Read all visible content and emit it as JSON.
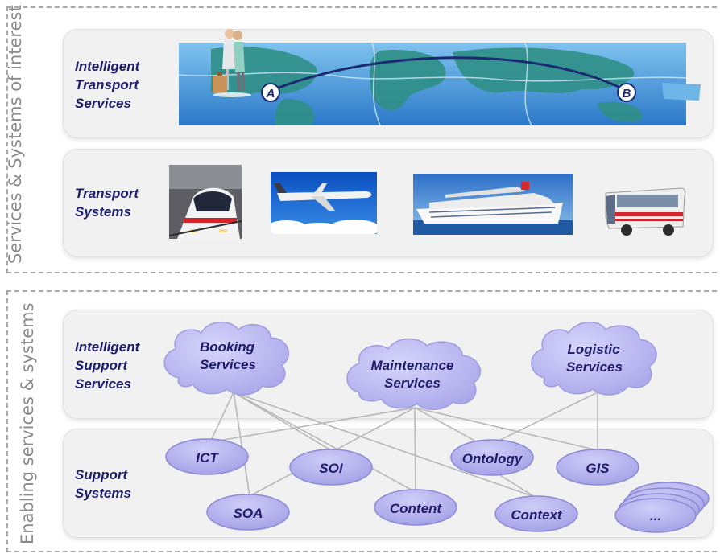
{
  "upper": {
    "side_label": "Services & Systems of interest",
    "row1": {
      "line1": "Intelligent",
      "line2": "Transport",
      "line3": "Services",
      "marker_a": "A",
      "marker_b": "B"
    },
    "row2": {
      "line1": "Transport",
      "line2": "Systems"
    }
  },
  "lower": {
    "side_label": "Enabling services & systems",
    "row1": {
      "line1": "Intelligent",
      "line2": "Support",
      "line3": "Services"
    },
    "row2": {
      "line1": "Support",
      "line2": "Systems"
    },
    "clouds": {
      "booking": [
        "Booking",
        "Services"
      ],
      "maintenance": [
        "Maintenance",
        "Services"
      ],
      "logistic": [
        "Logistic",
        "Services"
      ]
    },
    "nodes": {
      "ict": "ICT",
      "soi": "SOI",
      "ontology": "Ontology",
      "gis": "GIS",
      "soa": "SOA",
      "content": "Content",
      "context": "Context",
      "more": "..."
    }
  },
  "colors": {
    "label_text": "#1c1c6b",
    "node_fill": "#b6b4ee",
    "node_stroke": "#8c89d6",
    "connector": "#b8b8b8"
  }
}
